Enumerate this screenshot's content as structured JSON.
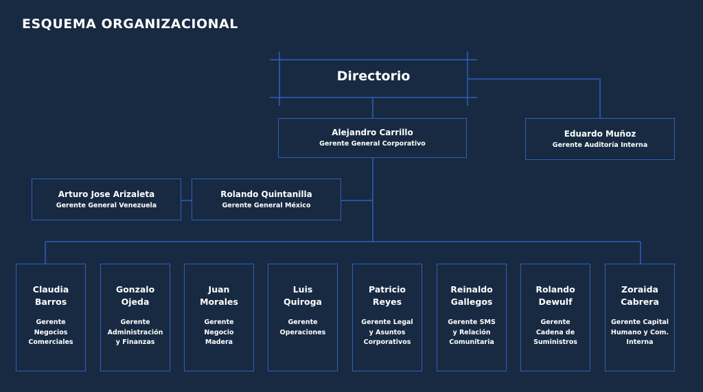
{
  "page": {
    "title": "ESQUEMA ORGANIZACIONAL"
  },
  "colors": {
    "background": "#172a41",
    "line": "#2f5fbf",
    "text": "#ffffff"
  },
  "board": {
    "label": "Directorio"
  },
  "ceo": {
    "name": "Alejandro Carrillo",
    "role": "Gerente General Corporativo"
  },
  "audit": {
    "name": "Eduardo Muñoz",
    "role": "Gerente Auditoría Interna"
  },
  "venezuela": {
    "name": "Arturo Jose Arizaleta",
    "role": "Gerente General Venezuela"
  },
  "mexico": {
    "name": "Rolando Quintanilla",
    "role": "Gerente General México"
  },
  "managers": [
    {
      "name": "Claudia\nBarros",
      "role": "Gerente\nNegocios\nComerciales"
    },
    {
      "name": "Gonzalo\nOjeda",
      "role": "Gerente\nAdministración\ny Finanzas"
    },
    {
      "name": "Juan\nMorales",
      "role": "Gerente\nNegocio\nMadera"
    },
    {
      "name": "Luis\nQuiroga",
      "role": "Gerente\nOperaciones"
    },
    {
      "name": "Patricio\nReyes",
      "role": "Gerente Legal\ny Asuntos\nCorporativos"
    },
    {
      "name": "Reinaldo\nGallegos",
      "role": "Gerente SMS\ny Relación\nComunitaria"
    },
    {
      "name": "Rolando\nDewulf",
      "role": "Gerente\nCadena de\nSuministros"
    },
    {
      "name": "Zoraida\nCabrera",
      "role": "Gerente Capital\nHumano y Com.\nInterna"
    }
  ]
}
